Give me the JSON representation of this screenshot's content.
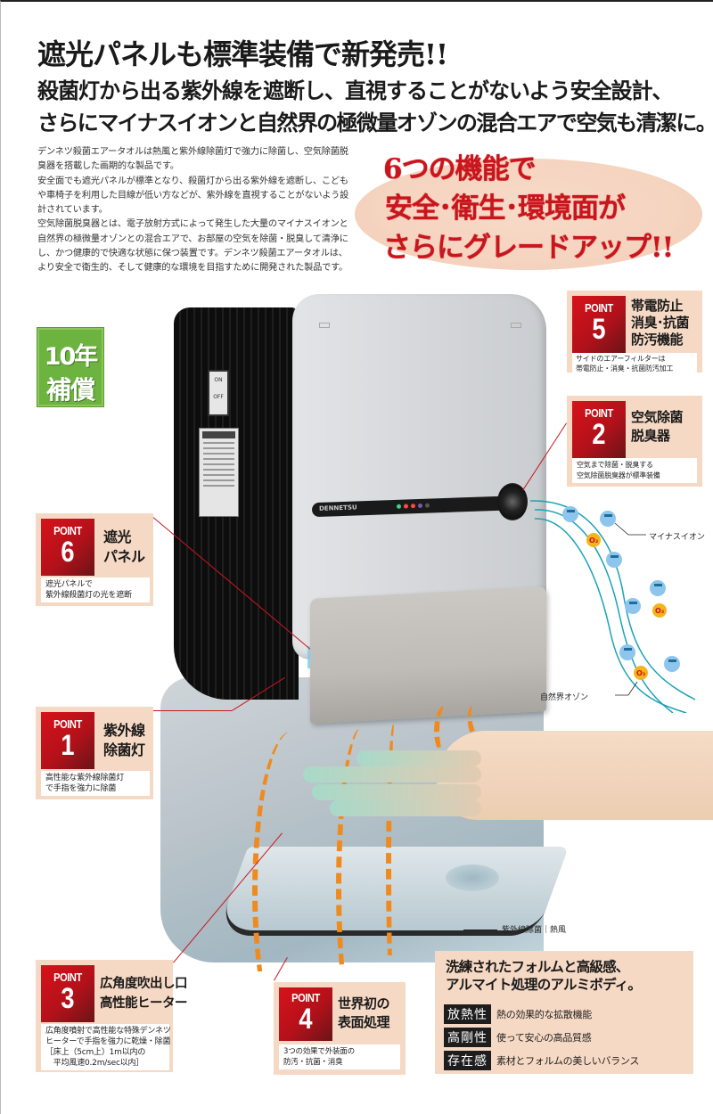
{
  "headline": {
    "line1": "遮光パネルも標準装備で新発売!!",
    "line2": "殺菌灯から出る紫外線を遮断し、直視することがないよう安全設計、",
    "line3": "さらにマイナスイオンと自然界の極微量オゾンの混合エアで空気も清潔に。"
  },
  "intro": {
    "p1": "デンネツ殺菌エアータオルは熱風と紫外線除菌灯で強力に除菌し、空気除菌脱臭器を搭載した画期的な製品です。",
    "p2": "安全面でも遮光パネルが標準となり、殺菌灯から出る紫外線を遮断し、こどもや車椅子を利用した目線が低い方などが、紫外線を直視することがないよう設計されています。",
    "p3": "空気除菌脱臭器とは、電子放射方式によって発生した大量のマイナスイオンと自然界の極微量オゾンとの混合エアで、お部屋の空気を除菌・脱臭して清浄にし、かつ健康的で快適な状態に保つ装置です。デンネツ殺菌エアータオルは、より安全で衛生的、そして健康的な環境を目指すために開発された製品です。"
  },
  "slogan": {
    "line1": "6つの機能で",
    "line2": "安全･衛生･環境面が",
    "line3": "さらにグレードアップ!!"
  },
  "warranty": {
    "line1": "10年",
    "line2": "補償"
  },
  "product": {
    "brand": "DENNETSU",
    "switch_on": "ON",
    "switch_off": "OFF"
  },
  "ion_labels": {
    "minus_ion": "マイナスイオン",
    "ozone": "自然界オゾン",
    "ozone_symbol": "O3"
  },
  "uv_label": "紫外線除菌｜熱風",
  "points": {
    "p5": {
      "badge": "POINT",
      "num": "5",
      "title": [
        "帯電防止",
        "消臭･抗菌",
        "防汚機能"
      ],
      "desc": [
        "サイドのエアーフィルターは",
        "帯電防止・消臭・抗菌防汚加工"
      ]
    },
    "p2": {
      "badge": "POINT",
      "num": "2",
      "title": [
        "空気除菌",
        "脱臭器"
      ],
      "desc": [
        "空気まで除菌・脱臭する",
        "空気除菌脱臭器が標準装備"
      ]
    },
    "p6": {
      "badge": "POINT",
      "num": "6",
      "title": [
        "遮光",
        "パネル"
      ],
      "desc": [
        "遮光パネルで",
        "紫外線殺菌灯の光を遮断"
      ]
    },
    "p1": {
      "badge": "POINT",
      "num": "1",
      "title": [
        "紫外線",
        "除菌灯"
      ],
      "desc": [
        "高性能な紫外線除菌灯",
        "で手指を強力に除菌"
      ]
    },
    "p3": {
      "badge": "POINT",
      "num": "3",
      "title": [
        "広角度吹出し口",
        "高性能ヒーター"
      ],
      "desc": [
        "広角度噴射で高性能な特殊デンネツ",
        "ヒーターで手指を強力に乾燥・除菌",
        "［床上（5cm上）1m以内の",
        "　平均風速0.2m/sec以内］"
      ]
    },
    "p4": {
      "badge": "POINT",
      "num": "4",
      "title": [
        "世界初の",
        "表面処理"
      ],
      "desc": [
        "3つの効果で外装面の",
        "防汚・抗菌・消臭"
      ]
    }
  },
  "body_box": {
    "heading1": "洗練されたフォルムと高級感、",
    "heading2": "アルマイト処理のアルミボディ。",
    "features": [
      {
        "tag": "放熱性",
        "text": "熱の効果的な拡散機能"
      },
      {
        "tag": "高剛性",
        "text": "使って安心の高品質感"
      },
      {
        "tag": "存在感",
        "text": "素材とフォルムの美しいバランス"
      }
    ]
  },
  "colors": {
    "accent_red": "#c9161d",
    "panel_peach": "#f6d9c4",
    "warranty_green": "#6db33f",
    "airflow_orange": "#f08a1e",
    "ion_cyan": "#1aa3b8"
  }
}
